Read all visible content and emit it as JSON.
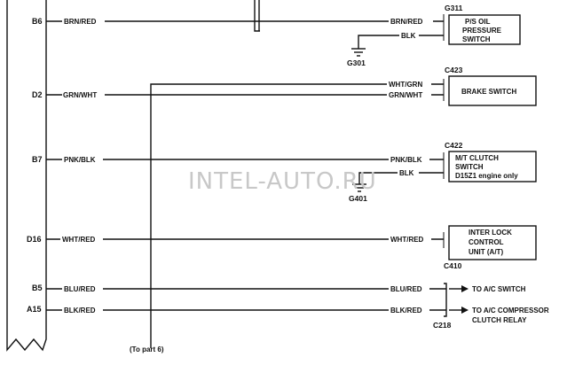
{
  "pins": [
    "B6",
    "D2",
    "B7",
    "D16",
    "B5",
    "A15"
  ],
  "wires": {
    "b6_left": "BRN/RED",
    "b6_right": "BRN/RED",
    "g311_gnd": "BLK",
    "d2_left": "GRN/WHT",
    "d2_top": "WHT/GRN",
    "d2_right": "GRN/WHT",
    "b7_left": "PNK/BLK",
    "b7_right": "PNK/BLK",
    "g401_gnd": "BLK",
    "d16_left": "WHT/RED",
    "d16_right": "WHT/RED",
    "b5_left": "BLU/RED",
    "b5_right": "BLU/RED",
    "a15_left": "BLK/RED",
    "a15_right": "BLK/RED"
  },
  "connectors": {
    "g311": "G311",
    "g301": "G301",
    "c423": "C423",
    "c422": "C422",
    "g401": "G401",
    "c410": "C410",
    "c218": "C218"
  },
  "components": {
    "ps_switch": [
      "P/S OIL",
      "PRESSURE",
      "SWITCH"
    ],
    "brake_switch": "BRAKE SWITCH",
    "clutch_switch": [
      "M/T CLUTCH",
      "SWITCH",
      "D15Z1 engine only"
    ],
    "interlock": [
      "INTER LOCK",
      "CONTROL",
      "UNIT (A/T)"
    ],
    "ac_switch": "TO A/C SWITCH",
    "ac_relay": [
      "TO A/C COMPRESSOR",
      "CLUTCH RELAY"
    ]
  },
  "notes": {
    "to_part": "(To part 6)"
  },
  "watermark": "INTEL-AUTO.RU"
}
